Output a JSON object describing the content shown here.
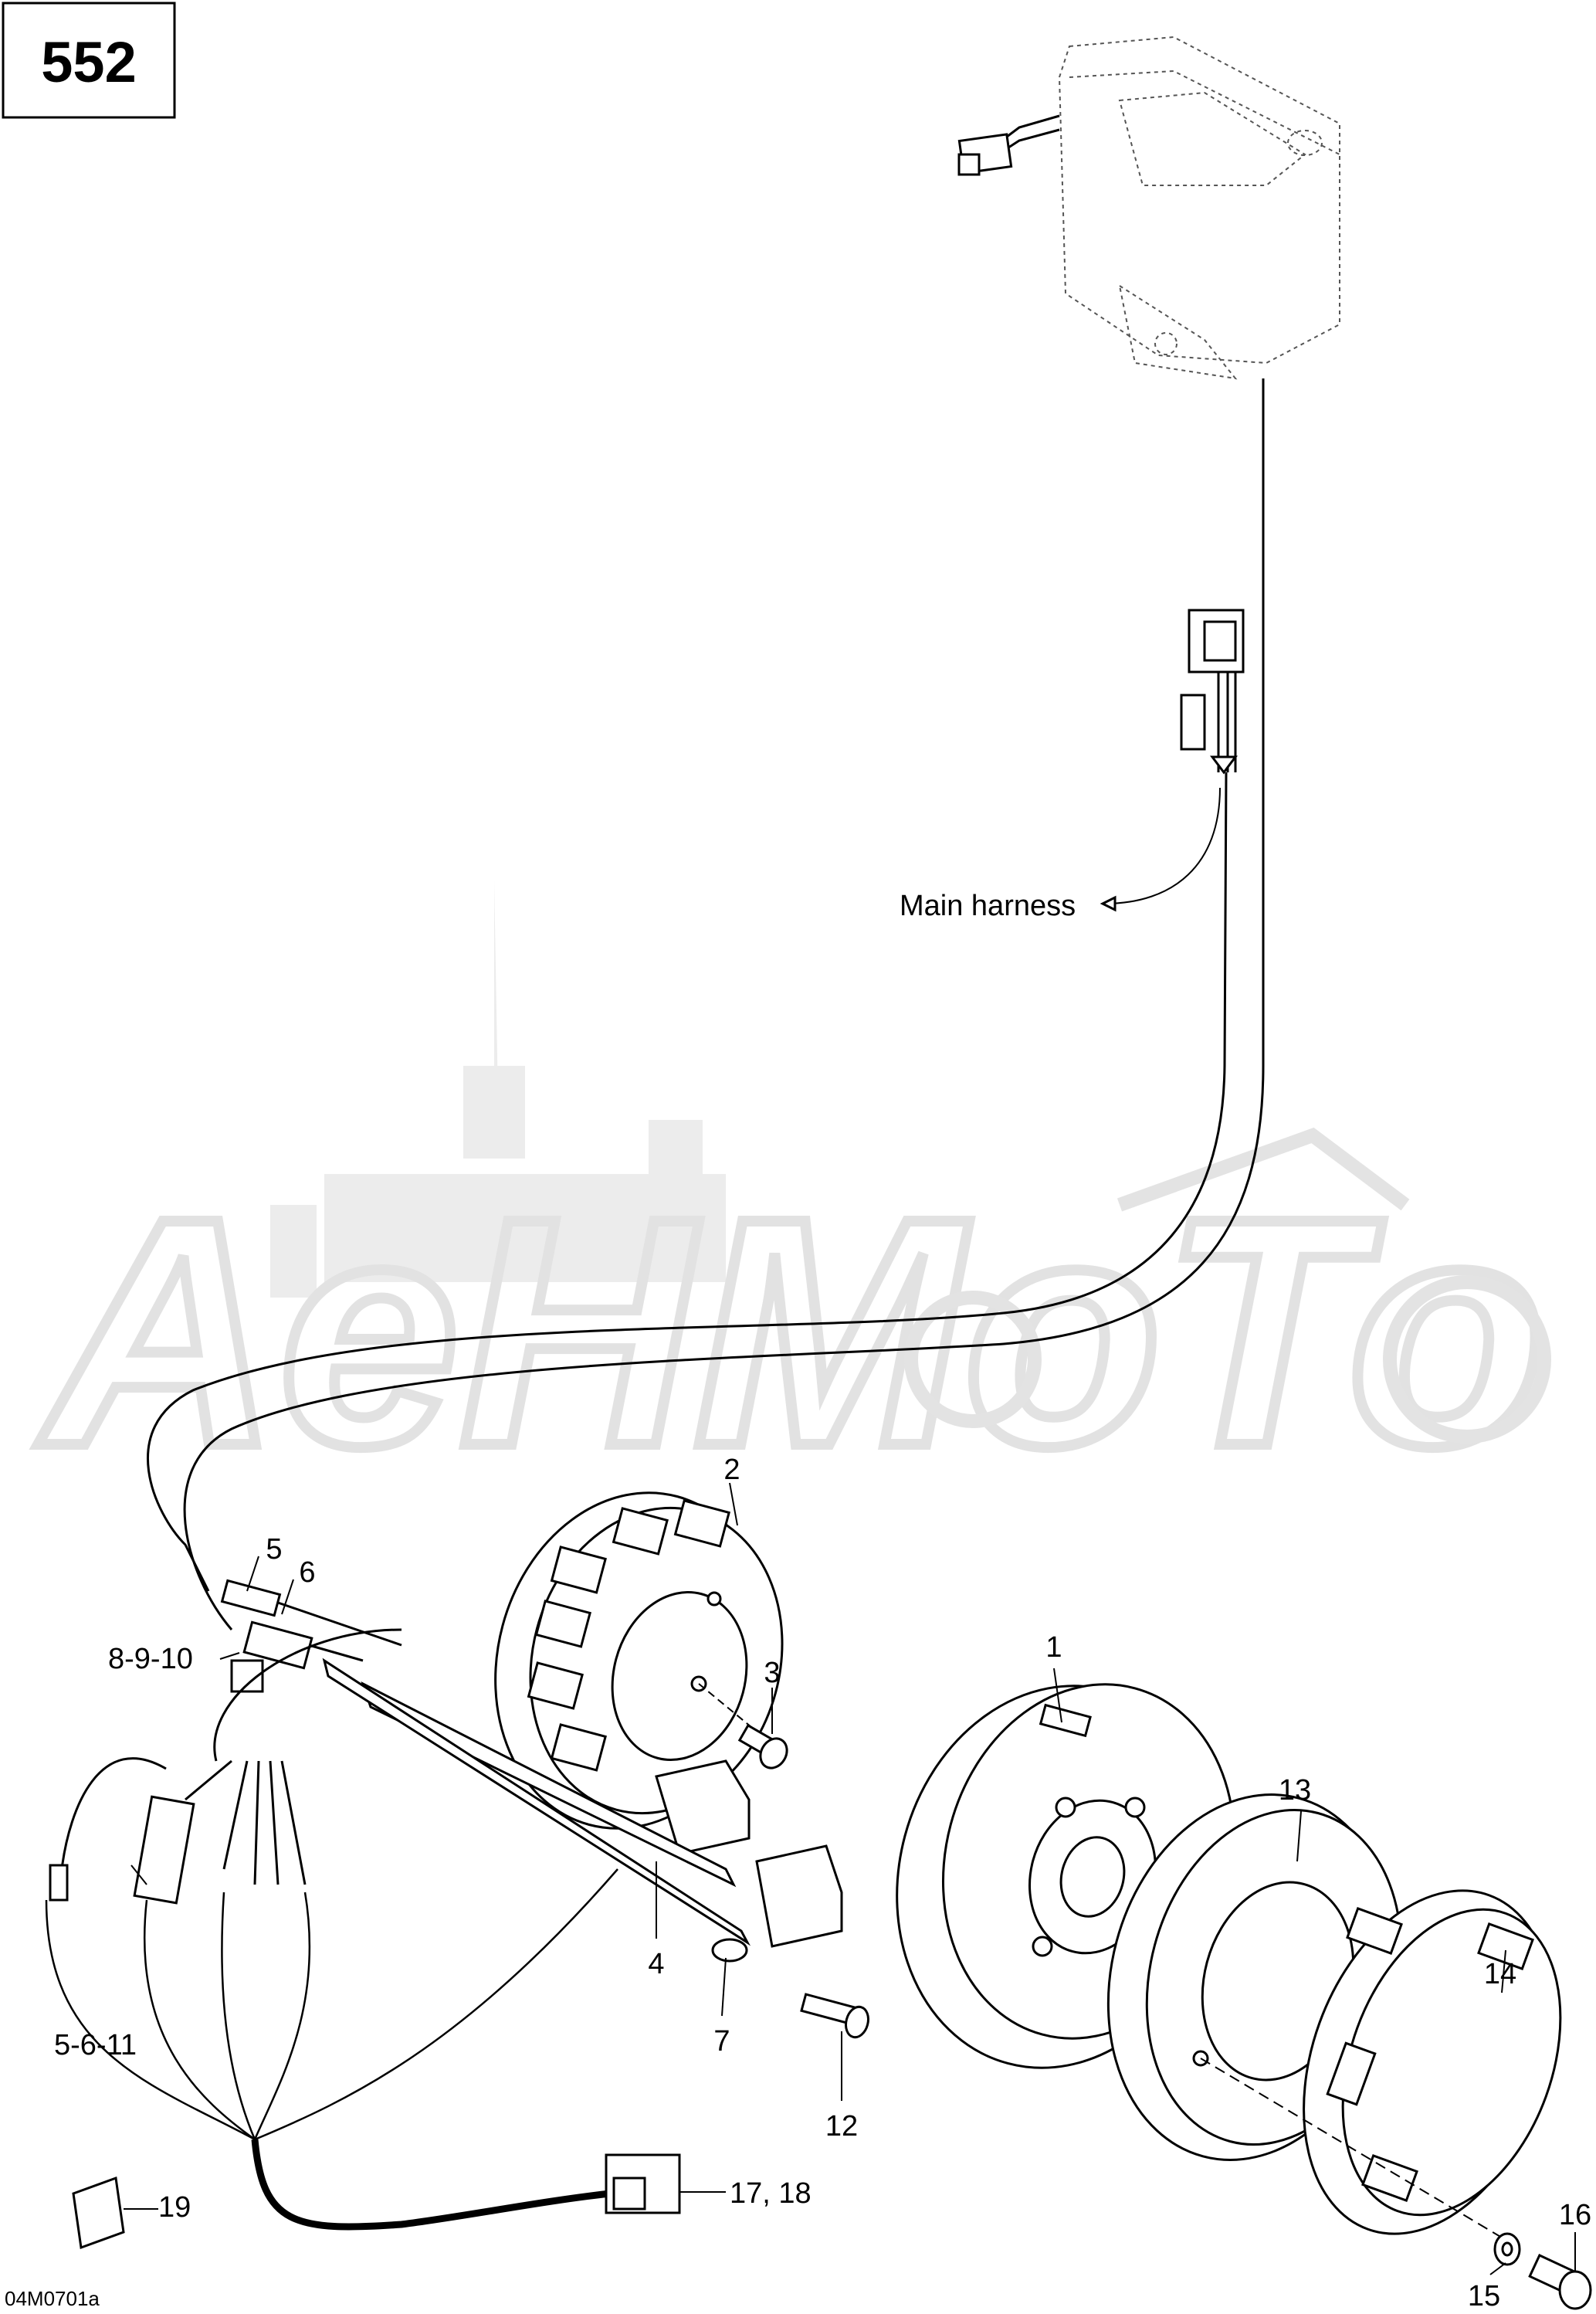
{
  "page_number": "552",
  "drawing_code": "04M0701a",
  "watermark_text": "AeHMoTo",
  "callouts": {
    "main_harness": "Main harness",
    "p1": "1",
    "p2": "2",
    "p3": "3",
    "p4": "4",
    "p5": "5",
    "p6": "6",
    "p7": "7",
    "p8_9_10": "8-9-10",
    "p12": "12",
    "p13": "13",
    "p14": "14",
    "p15": "15",
    "p16": "16",
    "p17_18": "17, 18",
    "p19": "19",
    "p5_6_11": "5-6-11"
  }
}
